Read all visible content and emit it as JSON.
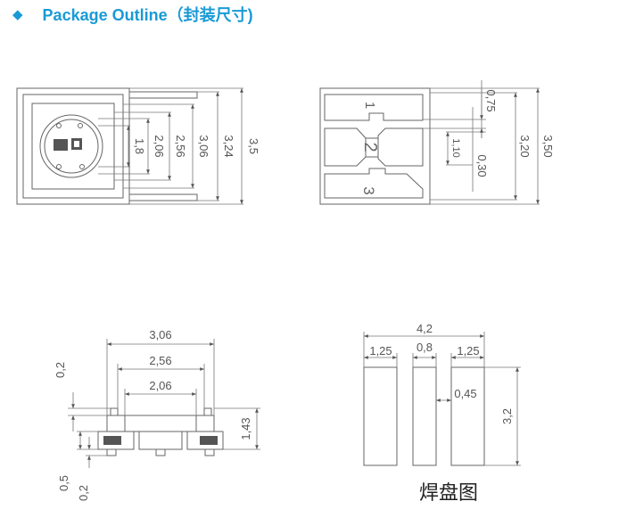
{
  "header": {
    "bullet": "◆",
    "title": "Package Outline（封装尺寸)"
  },
  "top_view": {
    "dims": [
      "1,8",
      "2,06",
      "2,56",
      "3,06",
      "3,24",
      "3,5"
    ]
  },
  "bottom_view": {
    "pins": [
      "1",
      "2",
      "3"
    ],
    "dims": [
      "0,75",
      "1,10",
      "0,30",
      "3,20",
      "3,50"
    ]
  },
  "side_view": {
    "dims": [
      "3,06",
      "2,56",
      "2,06",
      "0,2",
      "1,43",
      "0,5",
      "0,2"
    ]
  },
  "land_pattern": {
    "dims": [
      "4,2",
      "1,25",
      "0,8",
      "1,25",
      "0,45",
      "3,2"
    ],
    "caption": "焊盘图"
  },
  "icons": [
    "diamond-bullet-icon",
    "arrowhead-icon"
  ],
  "colors": {
    "title": "#1a9ad6",
    "drawing": "#666666"
  }
}
